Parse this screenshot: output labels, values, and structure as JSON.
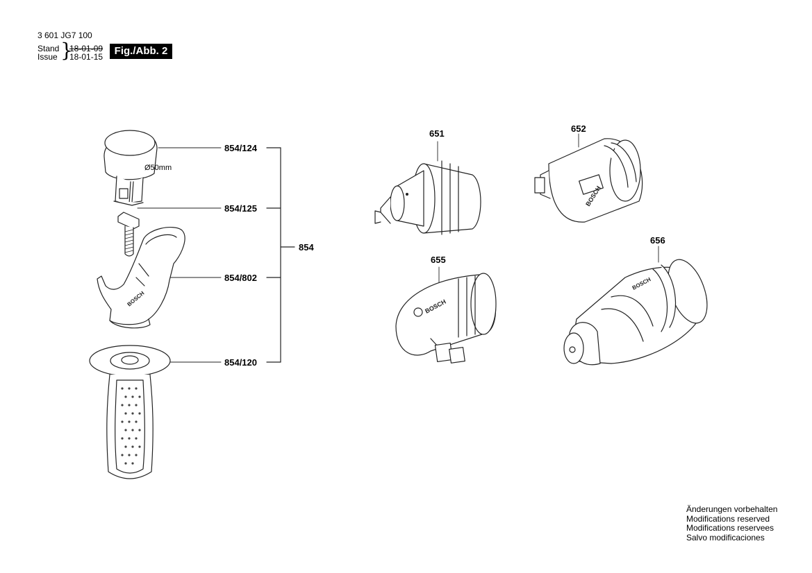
{
  "header": {
    "document_number": "3 601 JG7 100",
    "stand_label": "Stand",
    "issue_label": "Issue",
    "stand_date": "18-01-09",
    "issue_date": "18-01-15",
    "figure_label": "Fig./Abb. 2"
  },
  "parts": {
    "p854_124": "854/124",
    "p854_125": "854/125",
    "p854": "854",
    "p854_802": "854/802",
    "p854_120": "854/120",
    "p651": "651",
    "p652": "652",
    "p655": "655",
    "p656": "656"
  },
  "annotations": {
    "diameter": "Ø50mm"
  },
  "brand_text": "BOSCH",
  "footer_notes": [
    "Änderungen vorbehalten",
    "Modifications reserved",
    "Modifications reservees",
    "Salvo modificaciones"
  ]
}
